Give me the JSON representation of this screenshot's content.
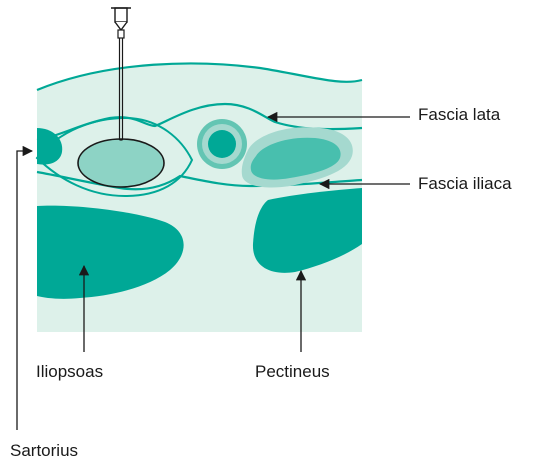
{
  "labels": {
    "fascia_lata": "Fascia lata",
    "fascia_iliaca": "Fascia iliaca",
    "iliopsoas": "Iliopsoas",
    "pectineus": "Pectineus",
    "sartorius": "Sartorius"
  },
  "colors": {
    "background_tissue": "#ddf1ea",
    "muscle": "#00a896",
    "fascia_line": "#00a896",
    "nerve_halo": "#a5d9cf",
    "nerve_core": "#48bfae",
    "target_oval": "#8dd3c5",
    "artery": "#00a896",
    "artery_ring": "#63c5b3",
    "leader_line": "#1a1a1a"
  },
  "icons": {
    "needle": "needle-icon",
    "arrow": "arrow-icon"
  }
}
